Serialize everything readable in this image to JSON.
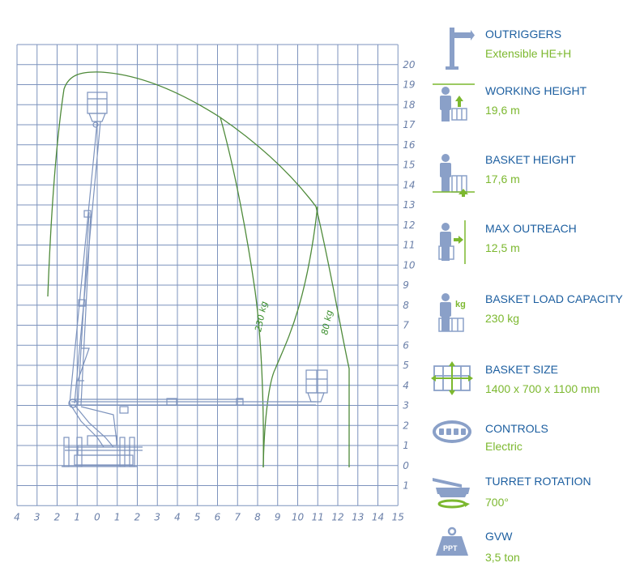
{
  "chart": {
    "x_ticks": [
      "4",
      "3",
      "2",
      "1",
      "0",
      "1",
      "2",
      "3",
      "4",
      "5",
      "6",
      "7",
      "8",
      "9",
      "10",
      "11",
      "12",
      "13",
      "14",
      "15"
    ],
    "y_ticks": [
      "20",
      "19",
      "18",
      "17",
      "16",
      "15",
      "14",
      "13",
      "12",
      "11",
      "10",
      "9",
      "8",
      "7",
      "6",
      "5",
      "4",
      "3",
      "2",
      "1",
      "0",
      "1"
    ],
    "zone_labels": [
      "230 kg",
      "80 kg"
    ],
    "colors": {
      "grid": "#7d93bd",
      "envelope": "#4e8a3a",
      "machine": "#7d93bd",
      "load_label": "#3c8f2e"
    }
  },
  "specs": [
    {
      "icon": "outriggers-icon",
      "title": "OUTRIGGERS",
      "value": "Extensible HE+H"
    },
    {
      "icon": "working-height-icon",
      "title": "WORKING HEIGHT",
      "value": "19,6 m"
    },
    {
      "icon": "basket-height-icon",
      "title": "BASKET HEIGHT",
      "value": "17,6 m"
    },
    {
      "icon": "max-outreach-icon",
      "title": "MAX OUTREACH",
      "value": "12,5 m"
    },
    {
      "icon": "basket-load-icon",
      "title": "BASKET LOAD CAPACITY",
      "value": "230 kg"
    },
    {
      "icon": "basket-size-icon",
      "title": "BASKET SIZE",
      "value": "1400 x 700 x 1100 mm"
    },
    {
      "icon": "controls-icon",
      "title": "CONTROLS",
      "value": "Electric"
    },
    {
      "icon": "turret-rotation-icon",
      "title": "TURRET ROTATION",
      "value": "700°"
    },
    {
      "icon": "gvw-icon",
      "title": "GVW",
      "value": "3,5 ton"
    }
  ],
  "icon_labels": {
    "load_badge": "kg",
    "weight_badge": "PPT"
  },
  "colors": {
    "title": "#1d5fa0",
    "value": "#7cb82f",
    "icon": "#8aa0c8",
    "accent": "#7cb82f"
  }
}
